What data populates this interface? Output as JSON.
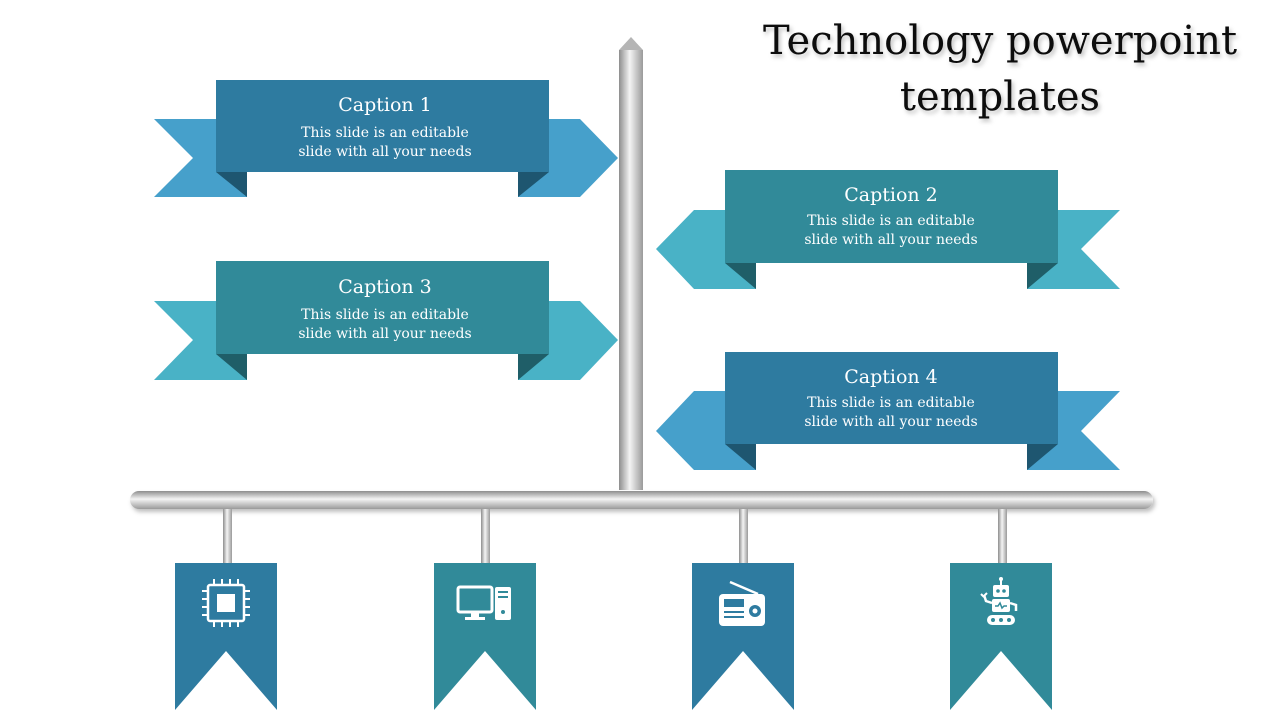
{
  "title": {
    "line1": "Technology powerpoint",
    "line2": "templates"
  },
  "colors": {
    "blue_dark": "#2e7ba0",
    "blue_light": "#46a0cb",
    "teal_dark": "#318a99",
    "teal_light": "#49b2c6",
    "pole": "#c8c8c8"
  },
  "captions": [
    {
      "title": "Caption 1",
      "line1": "This slide is an editable",
      "line2": "slide with all your needs"
    },
    {
      "title": "Caption 2",
      "line1": "This slide is an editable",
      "line2": "slide with all your needs"
    },
    {
      "title": "Caption 3",
      "line1": "This slide is an editable",
      "line2": "slide with all your needs"
    },
    {
      "title": "Caption 4",
      "line1": "This slide is an editable",
      "line2": "slide with all your needs"
    }
  ],
  "tags": [
    {
      "icon": "cpu-chip-icon"
    },
    {
      "icon": "desktop-computer-icon"
    },
    {
      "icon": "radio-icon"
    },
    {
      "icon": "robot-icon"
    }
  ]
}
